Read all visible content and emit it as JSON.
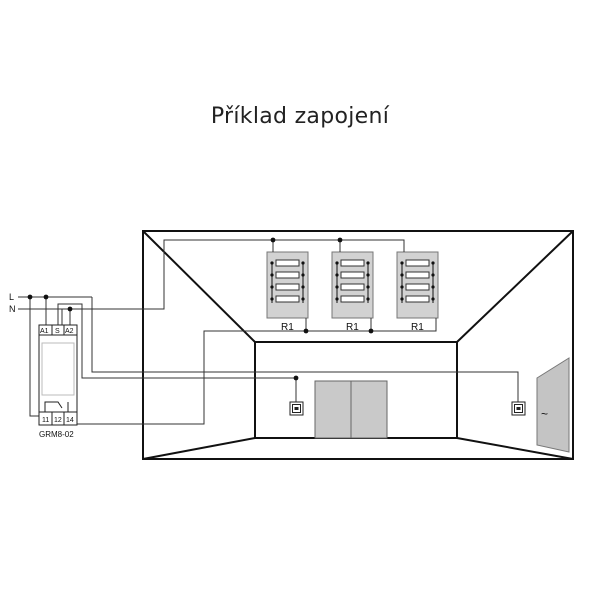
{
  "title": "Příklad zapojení",
  "lines": {
    "l": "L",
    "n": "N"
  },
  "relay": {
    "model": "GRM8-02",
    "top_terminals": [
      "A1",
      "S",
      "A2"
    ],
    "bottom_terminals": [
      "11",
      "12",
      "14"
    ]
  },
  "lights": [
    {
      "label": "R1"
    },
    {
      "label": "R1"
    },
    {
      "label": "R1"
    }
  ],
  "heater_symbol": "~"
}
